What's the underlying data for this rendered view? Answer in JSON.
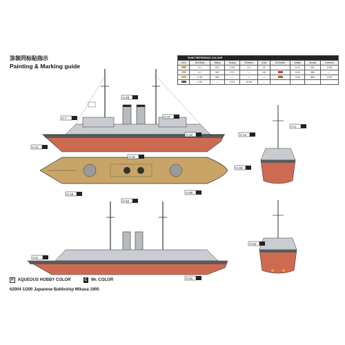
{
  "header": {
    "title_cn": "涂装同标贴指示",
    "title_en": "Painting & Marking guide"
  },
  "paint_table": {
    "title": "PAINT REFERENCE COLOUR",
    "columns": [
      "Color",
      "Mr.Hobby",
      "Vallejo",
      "Tamiya",
      "Humbrol",
      "Color",
      "Mr.Hobby",
      "Vallejo",
      "Tamiya",
      "Humbrol"
    ],
    "rows": [
      {
        "left_swatch": "#c9a24a",
        "left_values": [
          "H 1",
          "870",
          "1744",
          "X 2",
          "22"
        ],
        "right_label": "",
        "right_swatch": "#ffffff",
        "right_values": [
          "H 47",
          "951",
          "1745",
          "XF 3",
          "34"
        ]
      },
      {
        "left_swatch": "#b9b9b9",
        "left_values": [
          "H 7",
          "987",
          "1721",
          "—",
          "140"
        ],
        "right_label": "",
        "right_swatch": "#c0392b",
        "right_values": [
          "H 62",
          "985",
          "—",
          "XF 7",
          "17"
        ]
      },
      {
        "left_swatch": "#d4b261",
        "left_values": [
          "H 18",
          "861",
          "—",
          "—",
          "—"
        ],
        "right_label": "",
        "right_swatch": "#8c6b3c",
        "right_values": [
          "H 90",
          "859",
          "1734",
          "XF 1",
          "33"
        ]
      },
      {
        "left_swatch": "#555555",
        "left_values": [
          "H 29",
          "—",
          "1713",
          "XF 69",
          "—"
        ],
        "right_label": "",
        "right_swatch": "",
        "right_values": [
          "",
          "",
          "",
          "",
          ""
        ]
      }
    ]
  },
  "legend": {
    "aqueous_box": "H",
    "aqueous_label": "AQUEOUS HOBBY COLOR",
    "mr_box": "C",
    "mr_label": "Mr. COLOR"
  },
  "caption": "62004 1/200 Japanese Battleship Mikasa 1905",
  "callouts": [
    "H 29",
    "H 47",
    "H 7",
    "H 22",
    "H 11",
    "H 91",
    "H 18",
    "H 62",
    "H 90",
    "H 33",
    "H 13",
    "H 8",
    "H 51",
    "H 54",
    "H 3"
  ],
  "colors": {
    "hull": "#cf6a52",
    "hull_shadow": "#b2533e",
    "upper": "#c9ccd0",
    "deck": "#c8a467",
    "black": "#222222"
  }
}
